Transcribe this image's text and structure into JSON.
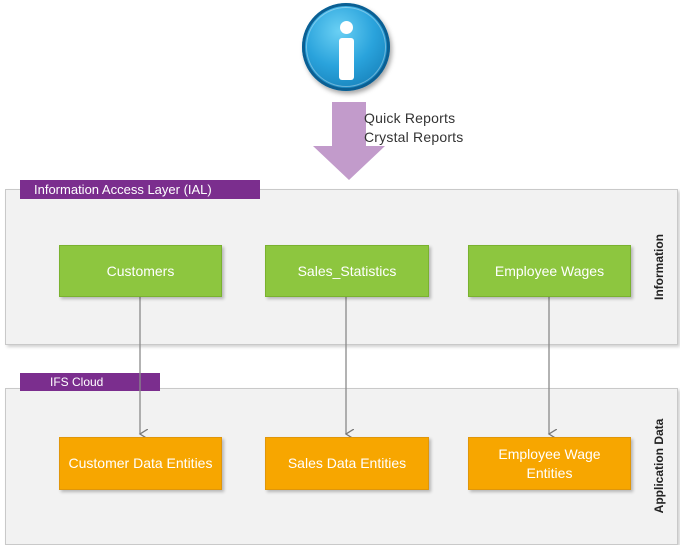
{
  "report_types": [
    "Quick Reports",
    "Crystal Reports"
  ],
  "layers": {
    "information": {
      "tag": "Information Access Layer (IAL)",
      "side_label": "Information",
      "boxes": [
        "Customers",
        "Sales_Statistics",
        "Employee Wages"
      ]
    },
    "application": {
      "tag": "IFS Cloud",
      "side_label": "Application Data",
      "boxes": [
        "Customer Data Entities",
        "Sales Data Entities",
        "Employee Wage Entities"
      ]
    }
  },
  "colors": {
    "info_box": "#8dc63f",
    "data_box": "#f7a600",
    "layer_tag": "#7b2e8e",
    "arrow": "#c29bcb",
    "icon": "#2aa3dc"
  }
}
